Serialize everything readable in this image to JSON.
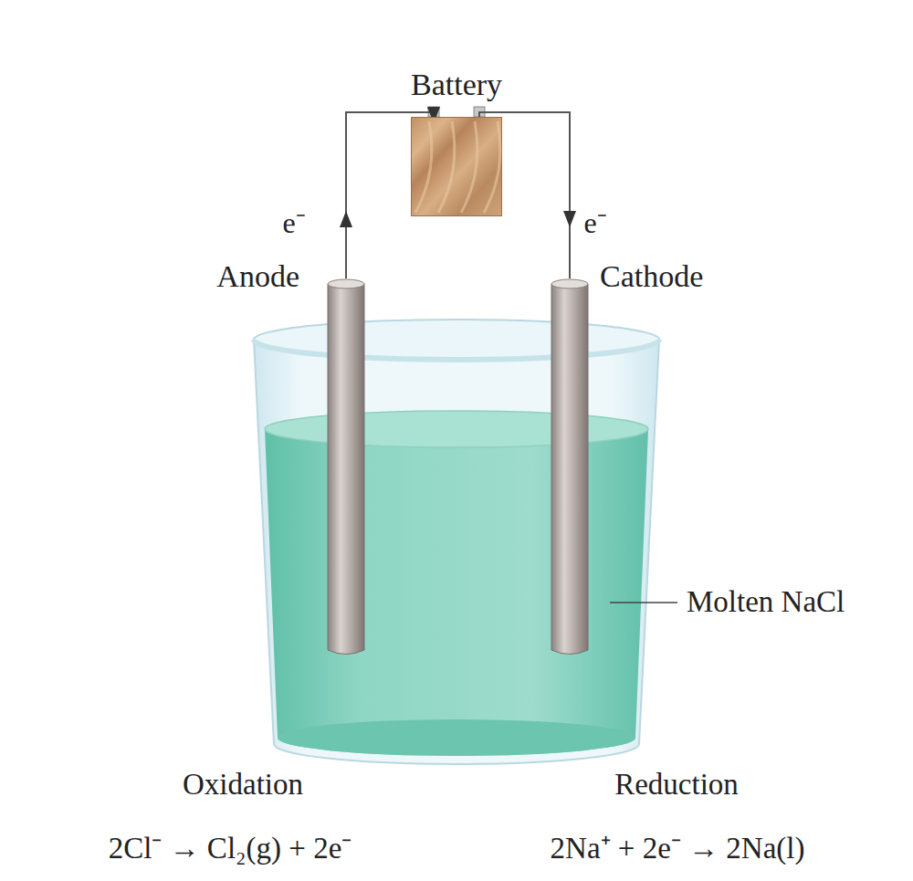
{
  "diagram": {
    "nodes": [
      {
        "text": [
          "Battery"
        ]
      },
      {
        "text": [
          "Anode"
        ]
      },
      {
        "text": [
          "Cathode"
        ]
      }
    ],
    "edges": [
      {
        "from": 1,
        "to": 0,
        "arrow": "to",
        "label": "e⁻"
      },
      {
        "from": 0,
        "to": 2,
        "arrow": "to",
        "label": "e⁻"
      }
    ],
    "labels": [
      "Molten NaCl",
      "Oxidation",
      "Reduction",
      "2Cl⁻ → Cl₂(g) + 2e⁻",
      "2Na⁺ + 2e⁻ → 2Na(l)"
    ]
  }
}
